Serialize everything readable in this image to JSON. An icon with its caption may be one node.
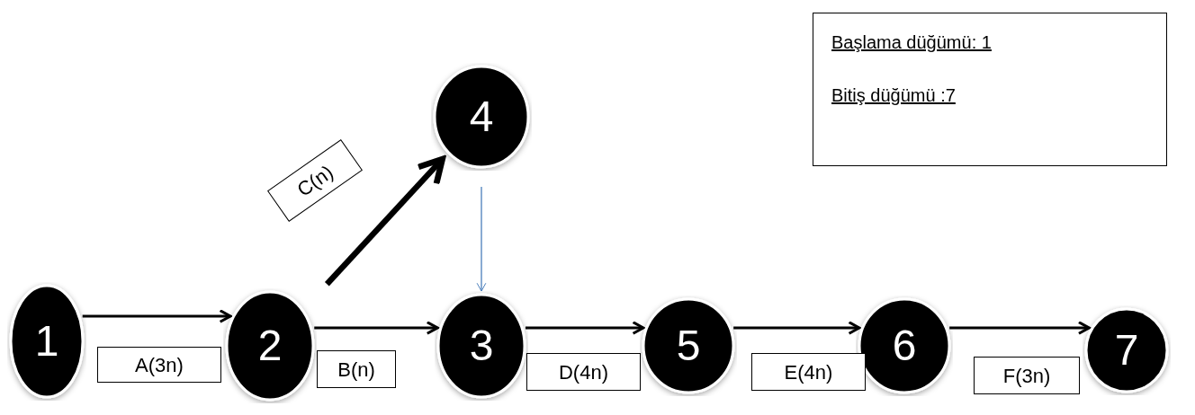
{
  "diagram": {
    "nodes": [
      {
        "text": [
          "1"
        ]
      },
      {
        "text": [
          "2"
        ]
      },
      {
        "text": [
          "3"
        ]
      },
      {
        "text": [
          "4"
        ]
      },
      {
        "text": [
          "5"
        ]
      },
      {
        "text": [
          "6"
        ]
      },
      {
        "text": [
          "7"
        ]
      },
      {
        "text": [
          "Başlama düğümü: 1",
          "Bitiş düğümü :7"
        ]
      }
    ],
    "edges": [
      {
        "from": 0,
        "to": 1,
        "arrow": "to",
        "label": "A(3n)"
      },
      {
        "from": 1,
        "to": 2,
        "arrow": "to",
        "label": "B(n)"
      },
      {
        "from": 1,
        "to": 3,
        "arrow": "to",
        "label": "C(n)",
        "style": "thick"
      },
      {
        "from": 3,
        "to": 2,
        "arrow": "to",
        "color": "#4a7ebb"
      },
      {
        "from": 2,
        "to": 4,
        "arrow": "to",
        "label": "D(4n)"
      },
      {
        "from": 4,
        "to": 5,
        "arrow": "to",
        "label": "E(4n)"
      },
      {
        "from": 5,
        "to": 6,
        "arrow": "to",
        "label": "F(3n)"
      }
    ]
  }
}
